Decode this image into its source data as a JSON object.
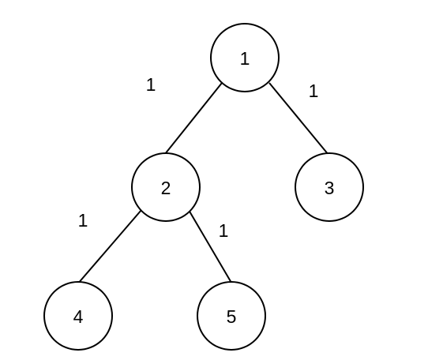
{
  "diagram": {
    "nodes": [
      {
        "id": "n1",
        "label": "1"
      },
      {
        "id": "n2",
        "label": "2"
      },
      {
        "id": "n3",
        "label": "3"
      },
      {
        "id": "n4",
        "label": "4"
      },
      {
        "id": "n5",
        "label": "5"
      }
    ],
    "edges": [
      {
        "from": "n1",
        "to": "n2",
        "weight": "1"
      },
      {
        "from": "n1",
        "to": "n3",
        "weight": "1"
      },
      {
        "from": "n2",
        "to": "n4",
        "weight": "1"
      },
      {
        "from": "n2",
        "to": "n5",
        "weight": "1"
      }
    ]
  }
}
